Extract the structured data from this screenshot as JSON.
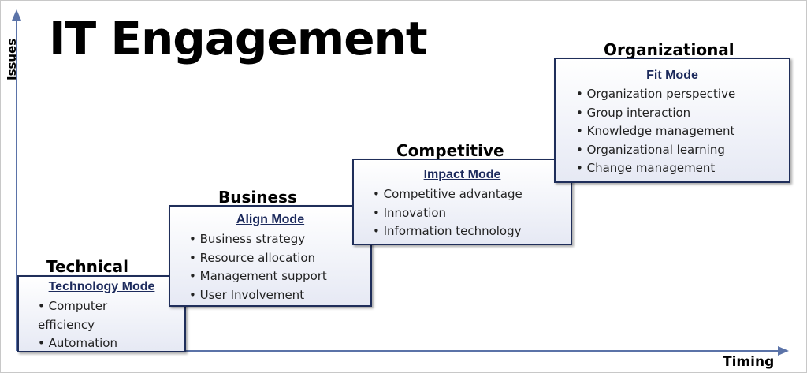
{
  "title": "IT Engagement",
  "axes": {
    "y_label": "Issues",
    "x_label": "Timing"
  },
  "stages": [
    {
      "title": "Technical",
      "mode": "Technology Mode",
      "items": [
        "Computer efficiency",
        "Automation"
      ]
    },
    {
      "title": "Business",
      "mode": "Align Mode",
      "items": [
        "Business strategy",
        "Resource allocation",
        "Management support",
        "User Involvement"
      ]
    },
    {
      "title": "Competitive",
      "mode": "Impact Mode",
      "items": [
        "Competitive advantage",
        "Innovation",
        "Information technology"
      ]
    },
    {
      "title": "Organizational",
      "mode": "Fit Mode",
      "items": [
        "Organization perspective",
        "Group interaction",
        "Knowledge management",
        "Organizational learning",
        "Change management"
      ]
    }
  ],
  "colors": {
    "axis": "#5b73a8",
    "box_border": "#1f2e5a",
    "mode_text": "#1c2a5c"
  }
}
